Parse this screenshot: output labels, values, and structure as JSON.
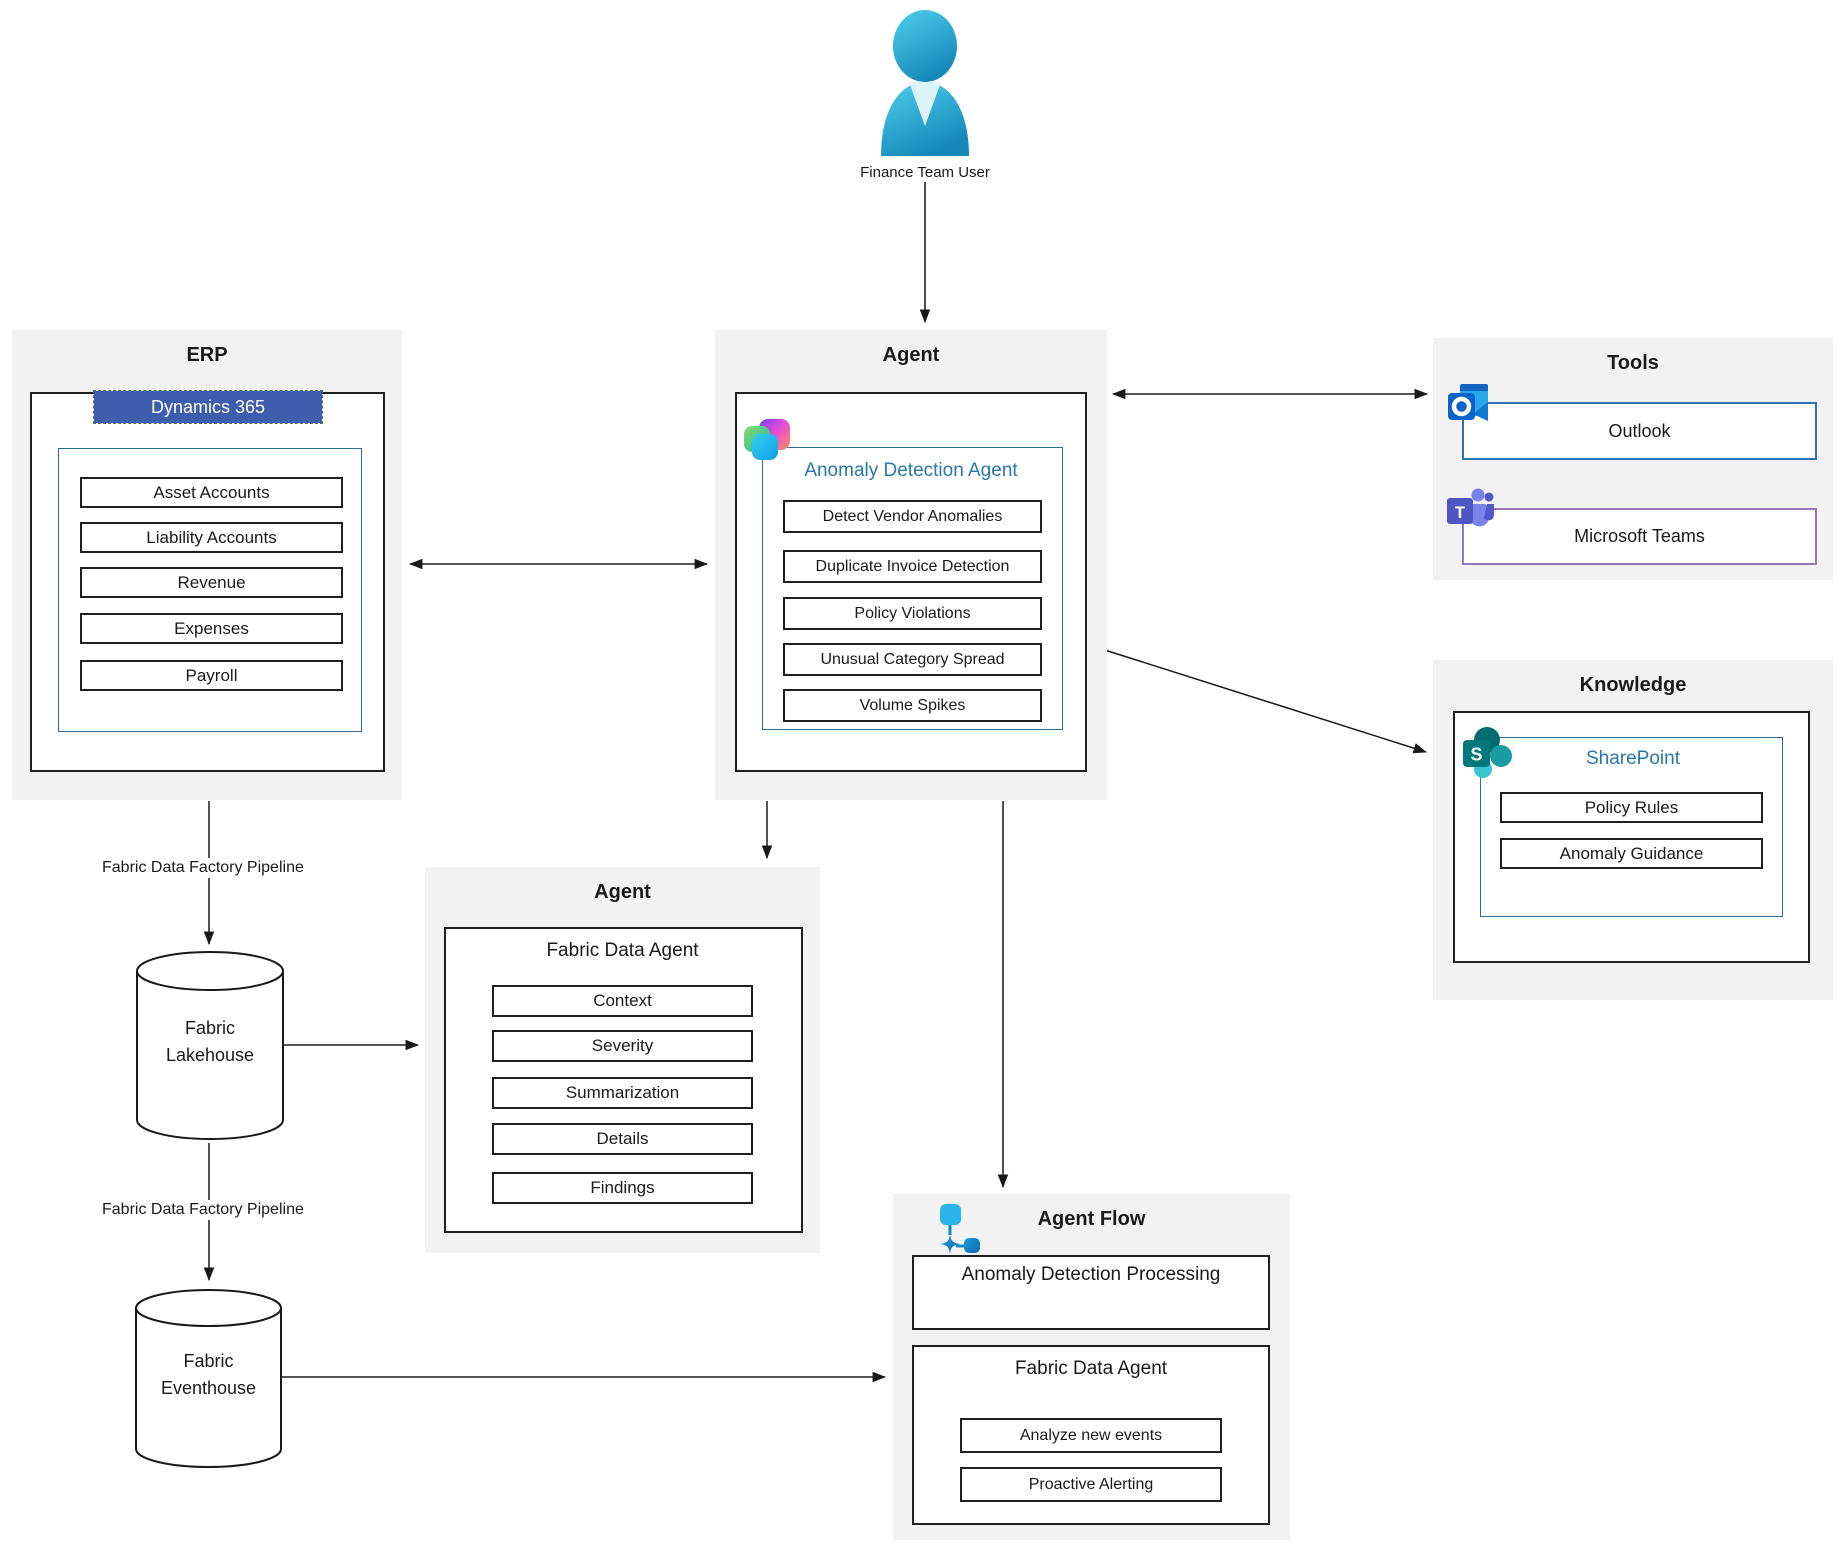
{
  "user": {
    "label": "Finance Team User"
  },
  "erp": {
    "title": "ERP",
    "system": "Dynamics 365",
    "items": [
      "Asset Accounts",
      "Liability Accounts",
      "Revenue",
      "Expenses",
      "Payroll"
    ]
  },
  "agent": {
    "title": "Agent",
    "name": "Anomaly Detection Agent",
    "icon": "copilot-icon",
    "items": [
      "Detect Vendor Anomalies",
      "Duplicate Invoice Detection",
      "Policy Violations",
      "Unusual Category Spread",
      "Volume Spikes"
    ]
  },
  "tools": {
    "title": "Tools",
    "items": [
      {
        "label": "Outlook",
        "icon": "outlook-icon"
      },
      {
        "label": "Microsoft Teams",
        "icon": "teams-icon"
      }
    ]
  },
  "knowledge": {
    "title": "Knowledge",
    "name": "SharePoint",
    "icon": "sharepoint-icon",
    "items": [
      "Policy Rules",
      "Anomaly Guidance"
    ]
  },
  "data_agent": {
    "title": "Agent",
    "name": "Fabric Data Agent",
    "items": [
      "Context",
      "Severity",
      "Summarization",
      "Details",
      "Findings"
    ]
  },
  "agent_flow": {
    "title": "Agent Flow",
    "icon": "flow-icon",
    "process": "Anomaly Detection Processing",
    "sub_agent": {
      "name": "Fabric Data Agent",
      "items": [
        "Analyze new events",
        "Proactive Alerting"
      ]
    }
  },
  "storage": {
    "lakehouse": {
      "line1": "Fabric",
      "line2": "Lakehouse"
    },
    "eventhouse": {
      "line1": "Fabric",
      "line2": "Eventhouse"
    }
  },
  "labels": {
    "pipeline_top": "Fabric Data Factory Pipeline",
    "pipeline_bottom": "Fabric Data Factory Pipeline"
  },
  "colors": {
    "panel_bg": "#f2f2f2",
    "box_border": "#1f1f1f",
    "teal_border": "#2f6c8f",
    "teal_text": "#2878a8",
    "dynamics_blue": "#3e5dac",
    "outlook_border": "#2e74b5",
    "teams_border": "#9678b6",
    "arrow": "#1a1a1a",
    "user_cyan": "#2bb3d9"
  }
}
